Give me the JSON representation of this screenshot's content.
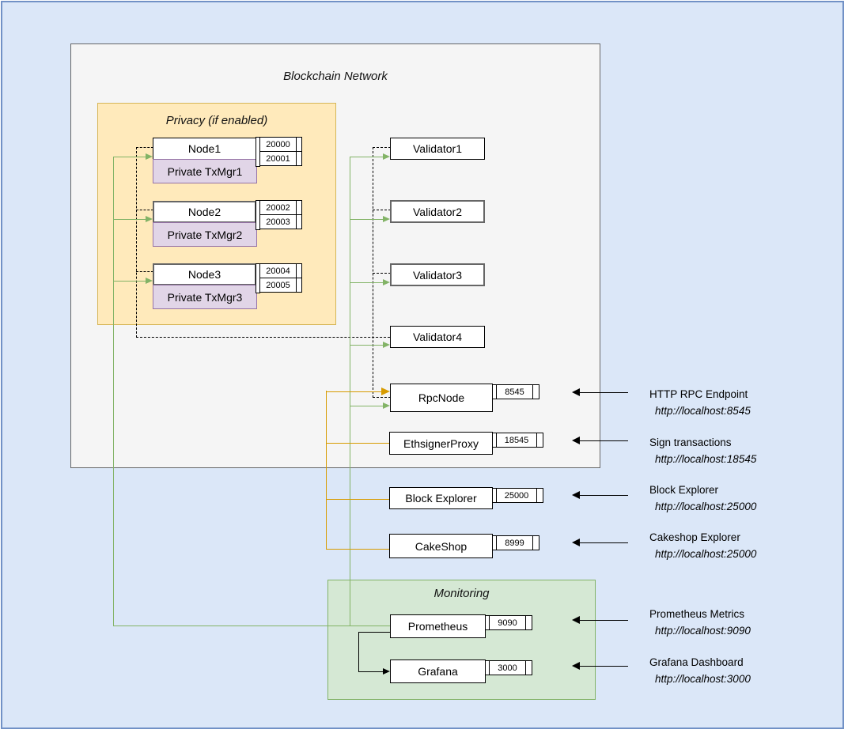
{
  "network": {
    "title": "Blockchain Network"
  },
  "privacy": {
    "title": "Privacy (if enabled)",
    "nodes": [
      {
        "name": "Node1",
        "txmgr": "Private TxMgr1",
        "ports": [
          "20000",
          "20001"
        ]
      },
      {
        "name": "Node2",
        "txmgr": "Private TxMgr2",
        "ports": [
          "20002",
          "20003"
        ]
      },
      {
        "name": "Node3",
        "txmgr": "Private TxMgr3",
        "ports": [
          "20004",
          "20005"
        ]
      }
    ]
  },
  "validators": [
    {
      "label": "Validator1"
    },
    {
      "label": "Validator2"
    },
    {
      "label": "Validator3"
    },
    {
      "label": "Validator4"
    }
  ],
  "services": [
    {
      "name": "RpcNode",
      "port": "8545"
    },
    {
      "name": "EthsignerProxy",
      "port": "18545"
    },
    {
      "name": "Block Explorer",
      "port": "25000"
    },
    {
      "name": "CakeShop",
      "port": "8999"
    }
  ],
  "monitoring": {
    "title": "Monitoring",
    "services": [
      {
        "name": "Prometheus",
        "port": "9090"
      },
      {
        "name": "Grafana",
        "port": "3000"
      }
    ]
  },
  "annotations": [
    {
      "title": "HTTP RPC Endpoint",
      "url": "http://localhost:8545"
    },
    {
      "title": "Sign transactions",
      "url": "http://localhost:18545"
    },
    {
      "title": "Block Explorer",
      "url": "http://localhost:25000"
    },
    {
      "title": "Cakeshop Explorer",
      "url": "http://localhost:25000"
    },
    {
      "title": "Prometheus Metrics",
      "url": "http://localhost:9090"
    },
    {
      "title": "Grafana Dashboard",
      "url": "http://localhost:3000"
    }
  ],
  "colors": {
    "canvas_fill": "#dbe7f8",
    "canvas_border": "#7191c6",
    "network_fill": "#f5f5f5",
    "network_border": "#666666",
    "privacy_fill": "#ffeabb",
    "privacy_border": "#d6b656",
    "monitoring_fill": "#d5e8d4",
    "monitoring_border": "#82b366",
    "txmgr_fill": "#e1d5e7",
    "txmgr_border": "#9673a6",
    "green_line": "#82b366",
    "orange_line": "#d79b00",
    "black_line": "#000000"
  }
}
